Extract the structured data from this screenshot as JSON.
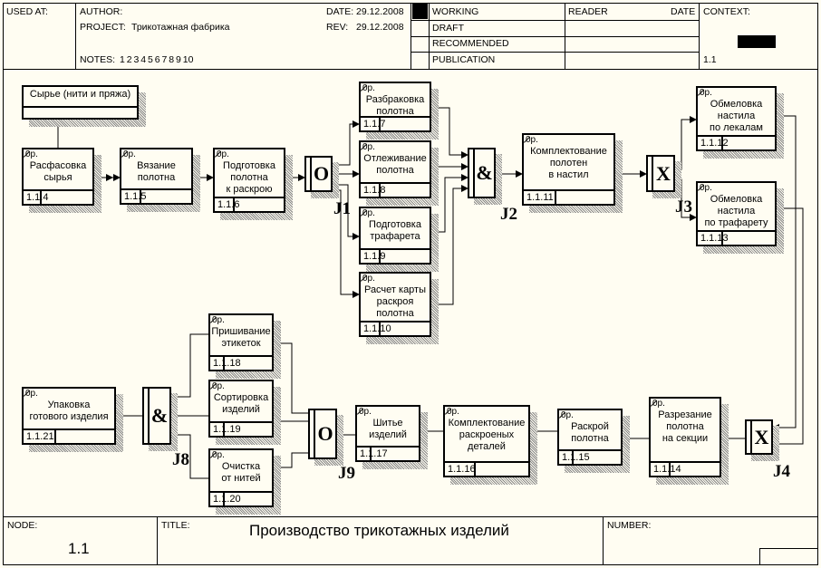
{
  "header": {
    "used_at": "USED AT:",
    "author": "AUTHOR:",
    "project_label": "PROJECT:",
    "project": "Трикотажная фабрика",
    "date_label": "DATE:",
    "date": "29.12.2008",
    "rev_label": "REV:",
    "rev": "29.12.2008",
    "notes_label": "NOTES:",
    "notes": "1  2  3  4  5  6  7  8  9  10",
    "statuses": [
      "WORKING",
      "DRAFT",
      "RECOMMENDED",
      "PUBLICATION"
    ],
    "reader": "READER",
    "reader_date": "DATE",
    "context": "CONTEXT:",
    "context_node": "1.1"
  },
  "footer": {
    "node_label": "NODE:",
    "node": "1.1",
    "title_label": "TITLE:",
    "title": "Производство трикотажных изделий",
    "number_label": "NUMBER:"
  },
  "referent": {
    "label": "Сырье (нити и пряжа)"
  },
  "uobs": [
    {
      "id": "1.1.4",
      "op": "0р.",
      "text": "Расфасовка\nсырья"
    },
    {
      "id": "1.1.5",
      "op": "0р.",
      "text": "Вязание\nполотна"
    },
    {
      "id": "1.1.6",
      "op": "0р.",
      "text": "Подготовка\nполотна\nк раскрою"
    },
    {
      "id": "1.1.7",
      "op": "0р.",
      "text": "Разбраковка\nполотна"
    },
    {
      "id": "1.1.8",
      "op": "0р.",
      "text": "Отлеживание\nполотна"
    },
    {
      "id": "1.1.9",
      "op": "0р.",
      "text": "Подготовка\nтрафарета"
    },
    {
      "id": "1.1.10",
      "op": "0р.",
      "text": "Расчет карты\nраскроя\nполотна"
    },
    {
      "id": "1.1.11",
      "op": "0р.",
      "text": "Комплектование\nполотен\nв настил"
    },
    {
      "id": "1.1.12",
      "op": "0р.",
      "text": "Обмеловка\nнастила\nпо лекалам"
    },
    {
      "id": "1.1.13",
      "op": "0р.",
      "text": "Обмеловка\nнастила\nпо трафарету"
    },
    {
      "id": "1.1.14",
      "op": "0р.",
      "text": "Разрезание\nполотна\nна секции"
    },
    {
      "id": "1.1.15",
      "op": "0р.",
      "text": "Раскрой\nполотна"
    },
    {
      "id": "1.1.16",
      "op": "0р.",
      "text": "Комплектование\nраскроеных\nдеталей"
    },
    {
      "id": "1.1.17",
      "op": "0р.",
      "text": "Шитье\nизделий"
    },
    {
      "id": "1.1.18",
      "op": "0р.",
      "text": "Пришивание\nэтикеток"
    },
    {
      "id": "1.1.19",
      "op": "0р.",
      "text": "Сортировка\nизделий"
    },
    {
      "id": "1.1.20",
      "op": "0р.",
      "text": "Очистка\nот нитей"
    },
    {
      "id": "1.1.21",
      "op": "0р.",
      "text": "Упаковка\nготового изделия"
    }
  ],
  "junctions": [
    {
      "label": "J1",
      "type": "O"
    },
    {
      "label": "J2",
      "type": "&"
    },
    {
      "label": "J3",
      "type": "X"
    },
    {
      "label": "J4",
      "type": "X"
    },
    {
      "label": "J8",
      "type": "&"
    },
    {
      "label": "J9",
      "type": "O"
    }
  ]
}
